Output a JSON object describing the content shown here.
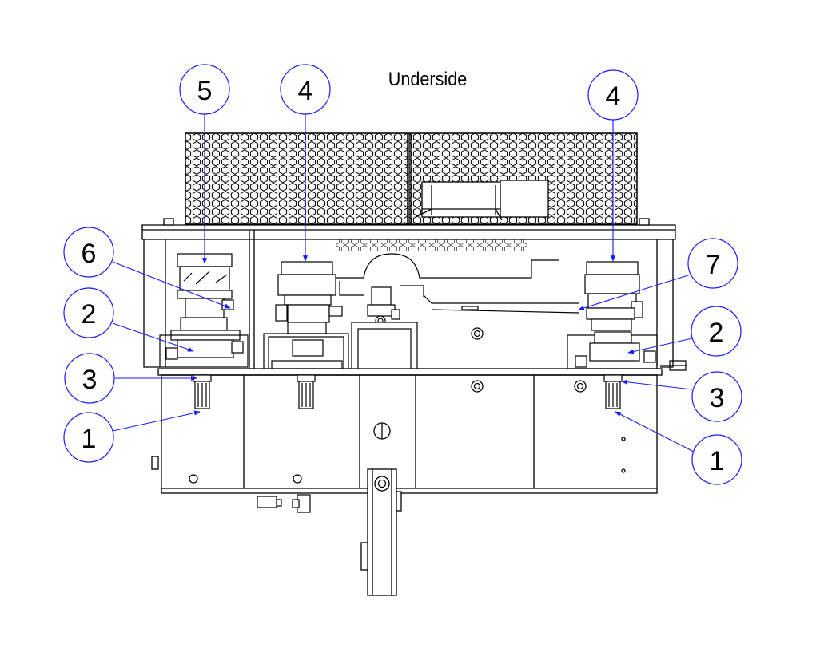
{
  "title": "Underside",
  "callouts": [
    {
      "id": "c5",
      "label": "5"
    },
    {
      "id": "c4a",
      "label": "4"
    },
    {
      "id": "c4b",
      "label": "4"
    },
    {
      "id": "c6",
      "label": "6"
    },
    {
      "id": "c7",
      "label": "7"
    },
    {
      "id": "c2a",
      "label": "2"
    },
    {
      "id": "c2b",
      "label": "2"
    },
    {
      "id": "c3a",
      "label": "3"
    },
    {
      "id": "c3b",
      "label": "3"
    },
    {
      "id": "c1a",
      "label": "1"
    },
    {
      "id": "c1b",
      "label": "1"
    }
  ],
  "colors": {
    "line": "#000000",
    "leader": "#1a1aff",
    "background": "#ffffff"
  }
}
